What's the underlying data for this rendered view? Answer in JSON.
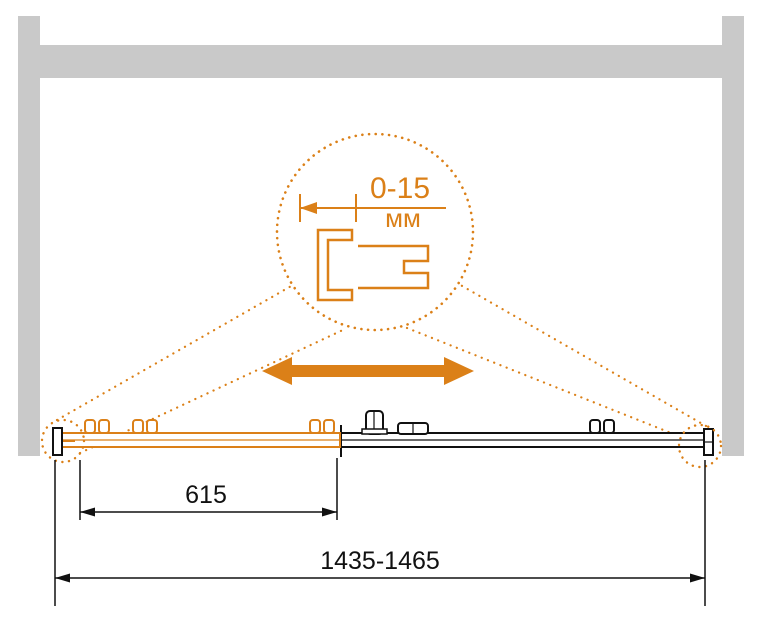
{
  "diagram": {
    "detail": {
      "range": "0-15",
      "unit": "мм"
    },
    "dimensions": {
      "panel_width": "615",
      "overall_width": "1435-1465"
    },
    "colors": {
      "accent": "#DB8018",
      "wall": "#C9C9C9",
      "line": "#111111",
      "bg": "#FFFFFF"
    },
    "icons": {
      "slide_direction": "double-horizontal-arrow",
      "detail_zoom": "dotted-callout-circle",
      "dimension_arrows": "filled-triangle-arrowheads"
    }
  }
}
